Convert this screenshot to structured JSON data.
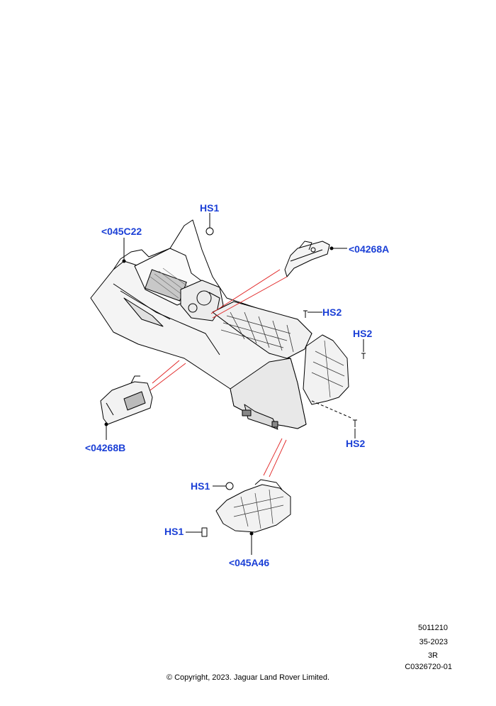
{
  "callouts": {
    "hs1_top": "HS1",
    "c045c22": "<045C22",
    "c04268a": "<04268A",
    "hs2_a": "HS2",
    "hs2_b": "HS2",
    "hs2_c": "HS2",
    "c04268b": "<04268B",
    "hs1_mid": "HS1",
    "hs1_low": "HS1",
    "c045a46": "<045A46"
  },
  "reference": {
    "line1": "5011210",
    "line2": "35-2023",
    "line3": "3R",
    "line4": "C0326720-01"
  },
  "copyright": "© Copyright, 2023. Jaguar Land Rover Limited.",
  "colors": {
    "callout": "#1a3fd6",
    "leader_red": "#e02020",
    "line": "#000000"
  }
}
